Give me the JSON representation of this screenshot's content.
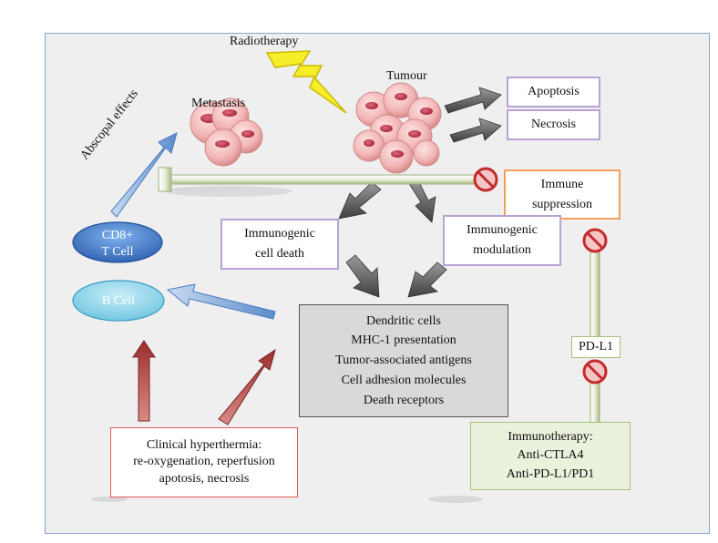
{
  "labels": {
    "radiotherapy": "Radiotherapy",
    "tumour": "Tumour",
    "metastasis": "Metastasis",
    "abscopal": "Abscopal effects",
    "apoptosis": "Apoptosis",
    "necrosis": "Necrosis",
    "immune_suppression_1": "Immune",
    "immune_suppression_2": "suppression",
    "immunogenic_death_1": "Immunogenic",
    "immunogenic_death_2": "cell death",
    "immunogenic_mod_1": "Immunogenic",
    "immunogenic_mod_2": "modulation",
    "cd8_1": "CD8+",
    "cd8_2": "T Cell",
    "bcell": "B Cell",
    "pdl1": "PD-L1"
  },
  "center_box": [
    "Dendritic cells",
    "MHC-1 presentation",
    "Tumor-associated antigens",
    "Cell adhesion molecules",
    "Death receptors"
  ],
  "hyperthermia_box": [
    "Clinical hyperthermia:",
    "re-oxygenation, reperfusion",
    "apotosis, necrosis"
  ],
  "immunotherapy_box": [
    "Immunotherapy:",
    "Anti-CTLA4",
    "Anti-PD-L1/PD1"
  ],
  "colors": {
    "purple_border": "#b9a3d6",
    "orange_border": "#f5a05a",
    "red_border": "#e05a5a",
    "green_fill": "#eaf1dd",
    "green_border": "#a7c07a",
    "grey_box": "#d9d9d9",
    "cell_pink": "#f3b9b9",
    "blue_arrow": "#7fa7d8",
    "red_arrow": "#b24a48",
    "bolt": "#f7ee2a"
  }
}
